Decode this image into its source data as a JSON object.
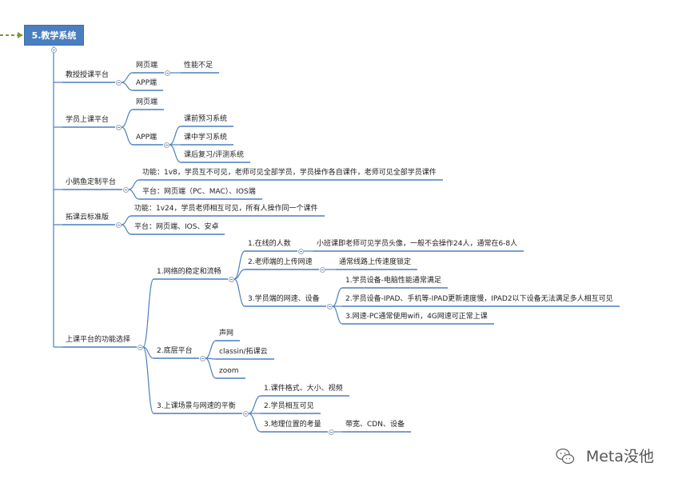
{
  "root": {
    "label": "5.教学系统"
  },
  "branches": [
    {
      "label": "教授授课平台",
      "children": [
        {
          "label": "网页端",
          "children": [
            {
              "label": "性能不足"
            }
          ]
        },
        {
          "label": "APP端"
        }
      ]
    },
    {
      "label": "学员上课平台",
      "children": [
        {
          "label": "网页端"
        },
        {
          "label": "APP端",
          "children": [
            {
              "label": "课前预习系统"
            },
            {
              "label": "课中学习系统"
            },
            {
              "label": "课后复习/评测系统"
            }
          ]
        }
      ]
    },
    {
      "label": "小鹅鱼定制平台",
      "children": [
        {
          "label": "功能：1v8，学员互不可见，老师可见全部学员，学员操作各自课件，老师可见全部学员课件"
        },
        {
          "label": "平台：网页端（PC、MAC）、IOS端"
        }
      ]
    },
    {
      "label": "拓课云标准版",
      "children": [
        {
          "label": "功能：1v24，学员老师相互可见，所有人操作同一个课件"
        },
        {
          "label": "平台：网页端、IOS、安卓"
        }
      ]
    },
    {
      "label": "上课平台的功能选择",
      "children": [
        {
          "label": "1.网络的稳定和流畅",
          "children": [
            {
              "label": "1.在线的人数",
              "children": [
                {
                  "label": "小班课即老师可见学员头像，一般不会操作24人，通常在6-8人"
                }
              ]
            },
            {
              "label": "2.老师端的上传网速",
              "children": [
                {
                  "label": "通常线路上传速度锁定"
                }
              ]
            },
            {
              "label": "3.学员端的网速、设备",
              "children": [
                {
                  "label": "1.学员设备-电脑性能通常满足"
                },
                {
                  "label": "2.学员设备-IPAD、手机等-IPAD更新速度慢，IPAD2以下设备无法满足多人相互可见"
                },
                {
                  "label": "3.网速-PC通常使用wifi，4G网速可正常上课"
                }
              ]
            }
          ]
        },
        {
          "label": "2.底层平台",
          "children": [
            {
              "label": "声网"
            },
            {
              "label": "classin/拓课云"
            },
            {
              "label": "zoom"
            }
          ]
        },
        {
          "label": "3.上课场景与网速的平衡",
          "children": [
            {
              "label": "1.课件格式、大小、视频"
            },
            {
              "label": "2.学员相互可见"
            },
            {
              "label": "3.地理位置的考量",
              "children": [
                {
                  "label": "带宽、CDN、设备"
                }
              ]
            }
          ]
        }
      ]
    }
  ],
  "watermark": {
    "text": "Meta没他",
    "icon": "wechat-icon"
  },
  "colors": {
    "root_fill": "#4a7fbf",
    "line": "#4a7fbf",
    "arrow": "#7a9a3a"
  }
}
